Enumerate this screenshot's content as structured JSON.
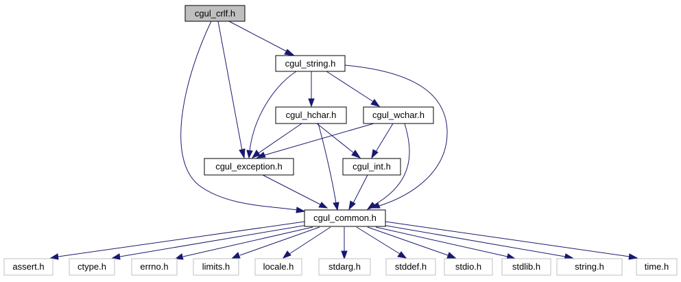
{
  "colors": {
    "edge": "#191970",
    "root_fill": "#bfbfbf",
    "node_fill": "#ffffff",
    "node_border": "#000000",
    "external_border": "#bfbfbf"
  },
  "nodes": {
    "root": "cgul_crlf.h",
    "string": "cgul_string.h",
    "hchar": "cgul_hchar.h",
    "wchar": "cgul_wchar.h",
    "exception": "cgul_exception.h",
    "int": "cgul_int.h",
    "common": "cgul_common.h"
  },
  "external_headers": [
    "assert.h",
    "ctype.h",
    "errno.h",
    "limits.h",
    "locale.h",
    "stdarg.h",
    "stddef.h",
    "stdio.h",
    "stdlib.h",
    "string.h",
    "time.h"
  ],
  "edges": [
    [
      "root",
      "string"
    ],
    [
      "root",
      "exception"
    ],
    [
      "root",
      "common"
    ],
    [
      "string",
      "hchar"
    ],
    [
      "string",
      "wchar"
    ],
    [
      "string",
      "exception"
    ],
    [
      "string",
      "common"
    ],
    [
      "hchar",
      "exception"
    ],
    [
      "hchar",
      "int"
    ],
    [
      "hchar",
      "common"
    ],
    [
      "wchar",
      "exception"
    ],
    [
      "wchar",
      "int"
    ],
    [
      "wchar",
      "common"
    ],
    [
      "exception",
      "common"
    ],
    [
      "int",
      "common"
    ],
    [
      "common",
      "ext:0"
    ],
    [
      "common",
      "ext:1"
    ],
    [
      "common",
      "ext:2"
    ],
    [
      "common",
      "ext:3"
    ],
    [
      "common",
      "ext:4"
    ],
    [
      "common",
      "ext:5"
    ],
    [
      "common",
      "ext:6"
    ],
    [
      "common",
      "ext:7"
    ],
    [
      "common",
      "ext:8"
    ],
    [
      "common",
      "ext:9"
    ],
    [
      "common",
      "ext:10"
    ]
  ]
}
